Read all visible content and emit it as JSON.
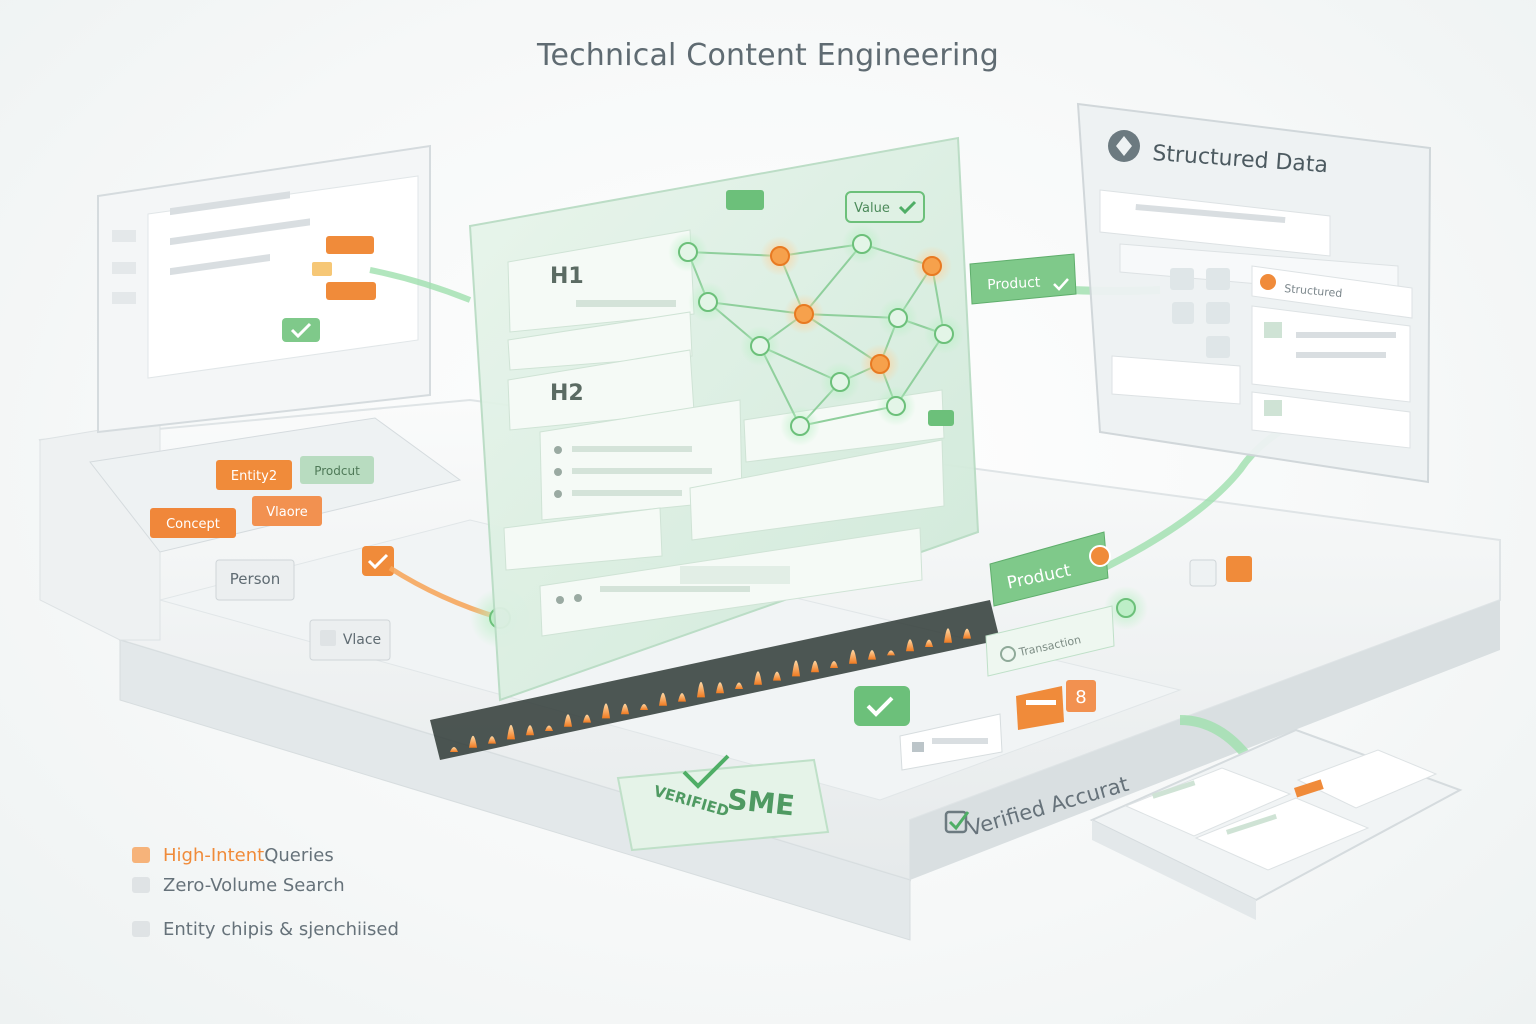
{
  "title": "Technical Content Engineering",
  "center_panel": {
    "headings": [
      "H1",
      "H2"
    ],
    "value_badge": "Value"
  },
  "structured_data": {
    "title": "Structured Data",
    "tag": "Structured"
  },
  "product_pill_top": "Product",
  "product_pill_bottom": "Product",
  "entity_chips": [
    "Entity2",
    "Concept",
    "Vlaore",
    "Prodcut",
    "Person",
    "Vlace"
  ],
  "transaction_label": "Transaction",
  "sme_stamp": {
    "main": "SME",
    "sub": "VERIFIED"
  },
  "verified_label": "Verified Accurat",
  "legend": {
    "high_intent": {
      "highlight": "High-Intent",
      "rest": " Queries"
    },
    "zero_volume": "Zero-Volume Search",
    "entity_chips": "Entity chipis & sjenchiised"
  },
  "colors": {
    "accent_orange": "#f08b3a",
    "accent_green": "#6cc07a",
    "panel_green": "#dff1e4",
    "neutral_text": "#66727a"
  }
}
